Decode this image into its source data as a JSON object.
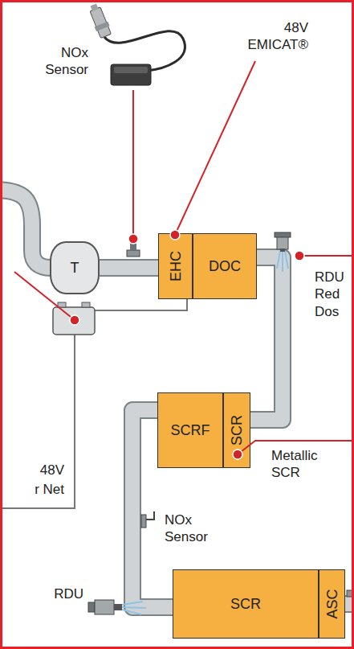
{
  "diagram": {
    "nodes": [
      {
        "text": [
          "T"
        ]
      },
      {
        "text": [
          "EHC"
        ]
      },
      {
        "text": [
          "DOC"
        ]
      },
      {
        "text": [
          "SCRF"
        ]
      },
      {
        "text": [
          "SCR"
        ]
      },
      {
        "text": [
          "SCR"
        ]
      },
      {
        "text": [
          "ASC"
        ]
      }
    ],
    "edges": [
      {
        "from": 0,
        "to": 1,
        "arrow": "none"
      },
      {
        "from": 2,
        "to": 4,
        "arrow": "none"
      },
      {
        "from": 3,
        "to": 5,
        "arrow": "none"
      }
    ],
    "labels": [
      "NOx Sensor",
      "48V EMICAT®",
      "RDU Red Dos",
      "48V",
      "r Net",
      "Metallic SCR",
      "NOx Sensor",
      "RDU"
    ]
  }
}
